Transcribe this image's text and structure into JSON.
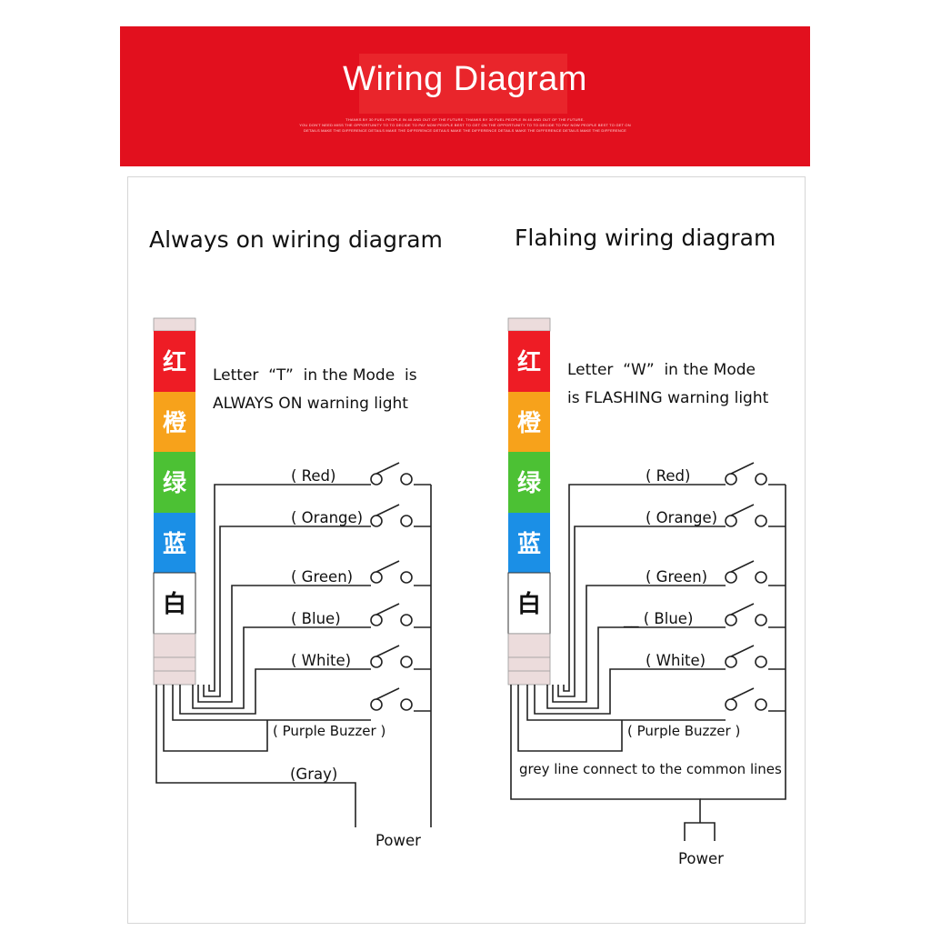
{
  "banner": {
    "title": "Wiring Diagram",
    "fine_print": [
      "THANKS BY 30 FUEL PEOPLE IN 40 AND OUT OF THE FUTURE, THANKS BY 30 FUEL PEOPLE IN 40 AND OUT OF THE FUTURE.",
      "YOU DON'T NEED MISS THE OPPORTUNITY TO TO DECIDE TO PAY NOW PEOPLE BEST TO GET ON THE OPPORTUNITY TO TO DECIDE TO PAY NOW PEOPLE BEST TO GET ON",
      "DETAILS MAKE THE DIFFERENCE DETAILS MAKE THE DIFFERENCE DETAILS MAKE THE DIFFERENCE DETAILS MAKE THE DIFFERENCE DETAILS MAKE THE DIFFERENCE"
    ]
  },
  "left": {
    "title": "Always on wiring diagram",
    "note_line1": "Letter  “T”  in the Mode  is",
    "note_line2": "ALWAYS ON warning light",
    "labels": {
      "red": "( Red)",
      "orange": "( Orange)",
      "green": "( Green)",
      "blue": "( Blue)",
      "white": "( White)",
      "buzzer": "( Purple Buzzer )",
      "gray": "(Gray)"
    },
    "power": "Power"
  },
  "right": {
    "title": "Flahing wiring diagram",
    "note_line1": "Letter  “W”  in the Mode",
    "note_line2": "is FLASHING warning light",
    "labels": {
      "red": "( Red)",
      "orange": "( Orange)",
      "green": "( Green)",
      "blue": "__ ( Blue)",
      "white": "( White)",
      "buzzer": "( Purple Buzzer )",
      "gray": "grey line connect to  the common lines"
    },
    "power": "Power"
  },
  "tower": {
    "segments": [
      {
        "char": "红",
        "color": "#ee1c25",
        "text_color": "#ffffff"
      },
      {
        "char": "橙",
        "color": "#f7a21b",
        "text_color": "#ffffff"
      },
      {
        "char": "绿",
        "color": "#4cc134",
        "text_color": "#ffffff"
      },
      {
        "char": "蓝",
        "color": "#1b8fe6",
        "text_color": "#ffffff"
      },
      {
        "char": "白",
        "color": "#ffffff",
        "text_color": "#111111"
      }
    ],
    "cap_color": "#ecdcdc",
    "base_color": "#ecdcdc"
  }
}
